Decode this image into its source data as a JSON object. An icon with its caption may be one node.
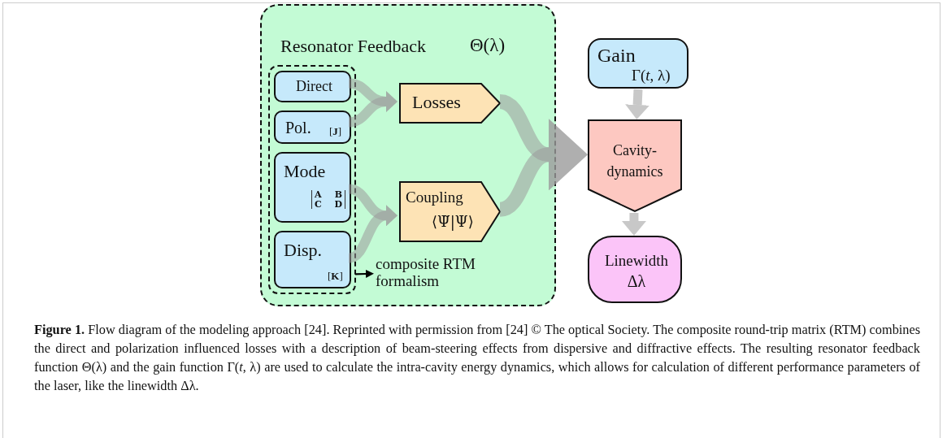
{
  "diagram": {
    "caption": "**Figure 1.** Flow diagram of the modeling approach [24]. Reprinted with permission from [24] © The optical Society. The composite round-trip matrix (RTM) combines the direct and polarization influenced losses with a description of beam-steering effects from dispersive and diffractive effects. The resulting resonator feedback function Θ(λ) and the gain function Γ(*t*, λ) are used to calculate the intra-cavity energy dynamics, which allows for calculation of different performance parameters of the laser, like the linewidth Δλ.",
    "nodes": [
      {
        "text": [
          "Resonator Feedback",
          "Θ(λ)"
        ]
      },
      {
        "text": [],
        "shape": "box",
        "in": 0
      },
      {
        "text": [
          "Direct"
        ],
        "in": 1
      },
      {
        "text": [
          "Pol.",
          "[**J**]"
        ],
        "in": 1
      },
      {
        "text": [
          "Mode",
          "A B C D"
        ],
        "in": 1
      },
      {
        "text": [
          "Disp.",
          "[**K**]"
        ],
        "in": 1
      },
      {
        "text": [
          "Losses"
        ],
        "in": 0
      },
      {
        "text": [
          "Coupling",
          "⟨Ψ̃|Ψ⟩"
        ],
        "in": 0
      },
      {
        "text": [
          "composite RTM formalism"
        ],
        "in": 0
      },
      {
        "text": [
          "Gain",
          "Γ(*t*, λ)"
        ]
      },
      {
        "text": [
          "Cavity-dynamics"
        ]
      },
      {
        "text": [
          "Linewidth",
          "Δλ"
        ]
      }
    ],
    "edges": [
      {
        "from": 2,
        "to": 6,
        "arrow": "to"
      },
      {
        "from": 3,
        "to": 6,
        "arrow": "to"
      },
      {
        "from": 4,
        "to": 7,
        "arrow": "to"
      },
      {
        "from": 5,
        "to": 7,
        "arrow": "to"
      },
      {
        "from": 6,
        "to": 10,
        "arrow": "to"
      },
      {
        "from": 7,
        "to": 10,
        "arrow": "to"
      },
      {
        "from": 9,
        "to": 10,
        "arrow": "to"
      },
      {
        "from": 10,
        "to": 11,
        "arrow": "to"
      },
      {
        "from": 1,
        "to": 8,
        "arrow": "to",
        "color": "#000000"
      }
    ]
  }
}
